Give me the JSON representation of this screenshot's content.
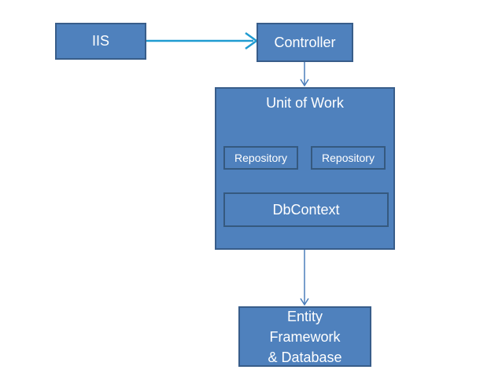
{
  "nodes": {
    "iis": "IIS",
    "controller": "Controller",
    "unit_of_work": "Unit of Work",
    "repository_1": "Repository",
    "repository_2": "Repository",
    "dbcontext": "DbContext",
    "entity_framework": [
      "Entity",
      "Framework",
      "& Database"
    ]
  },
  "colors": {
    "box_fill": "#4f81bd",
    "box_border": "#385d8a",
    "arrow_iis_controller": "#1f9bd1",
    "arrow_default": "#4a7ebb"
  }
}
